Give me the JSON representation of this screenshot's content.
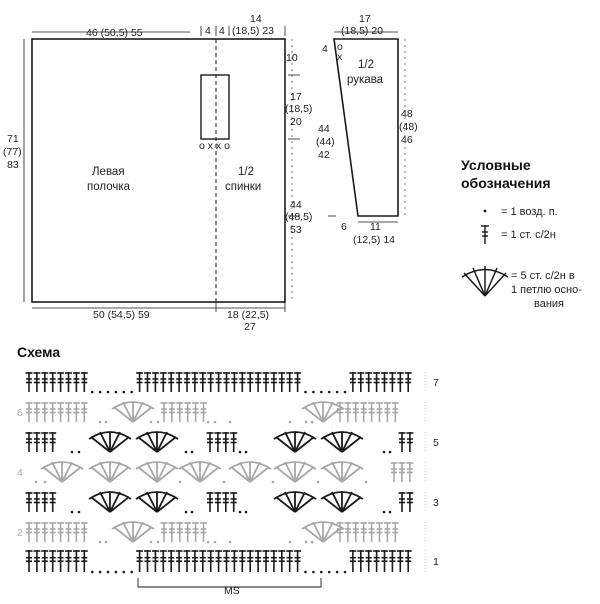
{
  "diagram": {
    "top_width": "46 (50,5) 55",
    "top_four_a": "4",
    "top_four_b": "4",
    "top_back_fourteen": "14",
    "top_back_range": "(18,5) 23",
    "right_ten": "10",
    "right_seventeen_a": "17",
    "right_seventeen_b": "(18,5)",
    "right_seventeen_c": "20",
    "right_fortyfour_a": "44",
    "right_fortyfour_b": "(48,5)",
    "right_fortyfour_c": "53",
    "left_height_a": "71",
    "left_height_b": "(77)",
    "left_height_c": "83",
    "front_label_a": "Левая",
    "front_label_b": "полочка",
    "back_label_a": "1/2",
    "back_label_b": "спинки",
    "bottom_front": "50 (54,5) 59",
    "bottom_back_a": "18 (22,5)",
    "bottom_back_b": "27",
    "opening_marks": "o x x o",
    "sleeve_top_a": "17",
    "sleeve_top_b": "(18,5) 20",
    "sleeve_four": "4",
    "sleeve_label_a": "1/2",
    "sleeve_label_b": "рукава",
    "sleeve_right_a": "48",
    "sleeve_right_b": "(48)",
    "sleeve_right_c": "46",
    "sleeve_left_a": "44",
    "sleeve_left_b": "(44)",
    "sleeve_left_c": "42",
    "sleeve_six": "6",
    "sleeve_bottom_a": "11",
    "sleeve_bottom_b": "(12,5) 14",
    "sleeve_marks": "o x"
  },
  "legend": {
    "title_a": "Условные",
    "title_b": "обозначения",
    "item1": "= 1 возд. п.",
    "item2": "= 1 ст. с/2н",
    "item3_a": "= 5 ст. с/2н в",
    "item3_b": "1 петлю осно-",
    "item3_c": "вания"
  },
  "scheme": {
    "title": "Схема",
    "rows": [
      "1",
      "2",
      "3",
      "4",
      "5",
      "6",
      "7"
    ],
    "repeat_label": "MS",
    "dark_color": "#1a1a1a",
    "grey_color": "#a8a8a8"
  }
}
